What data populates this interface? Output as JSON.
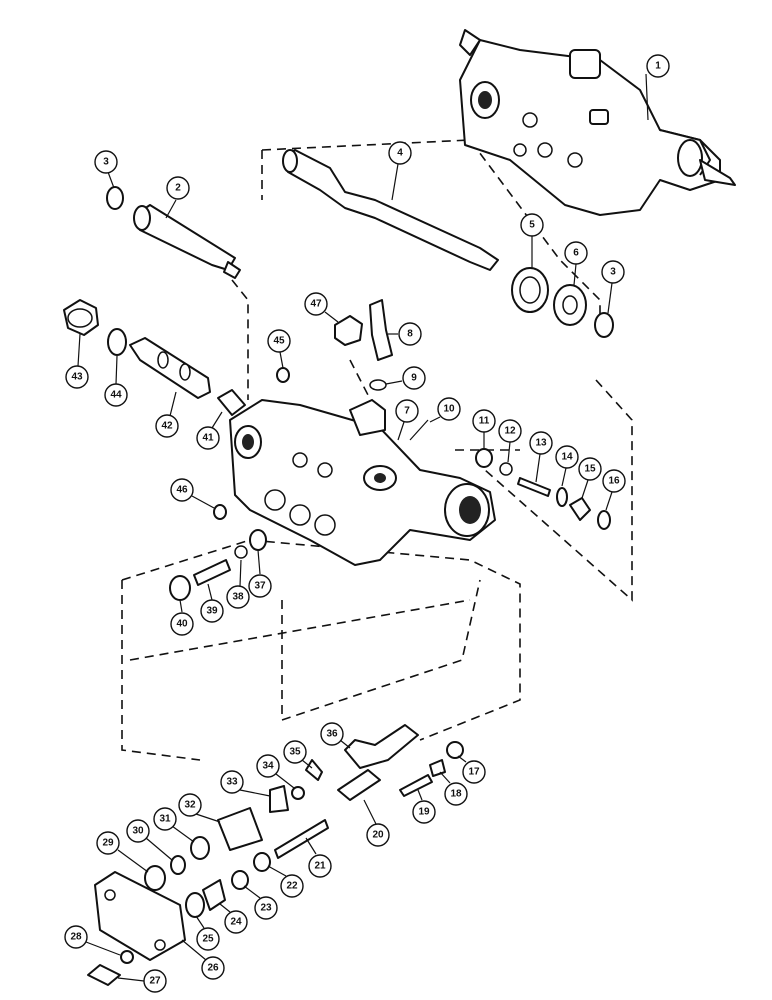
{
  "callouts": [
    "1",
    "2",
    "3",
    "4",
    "5",
    "6",
    "7",
    "8",
    "9",
    "10",
    "11",
    "12",
    "13",
    "14",
    "15",
    "16",
    "17",
    "18",
    "19",
    "20",
    "21",
    "22",
    "23",
    "24",
    "25",
    "26",
    "27",
    "28",
    "29",
    "30",
    "31",
    "32",
    "33",
    "34",
    "35",
    "36",
    "37",
    "38",
    "39",
    "40",
    "41",
    "42",
    "43",
    "44",
    "45",
    "46",
    "47"
  ],
  "callout_3b": "3"
}
